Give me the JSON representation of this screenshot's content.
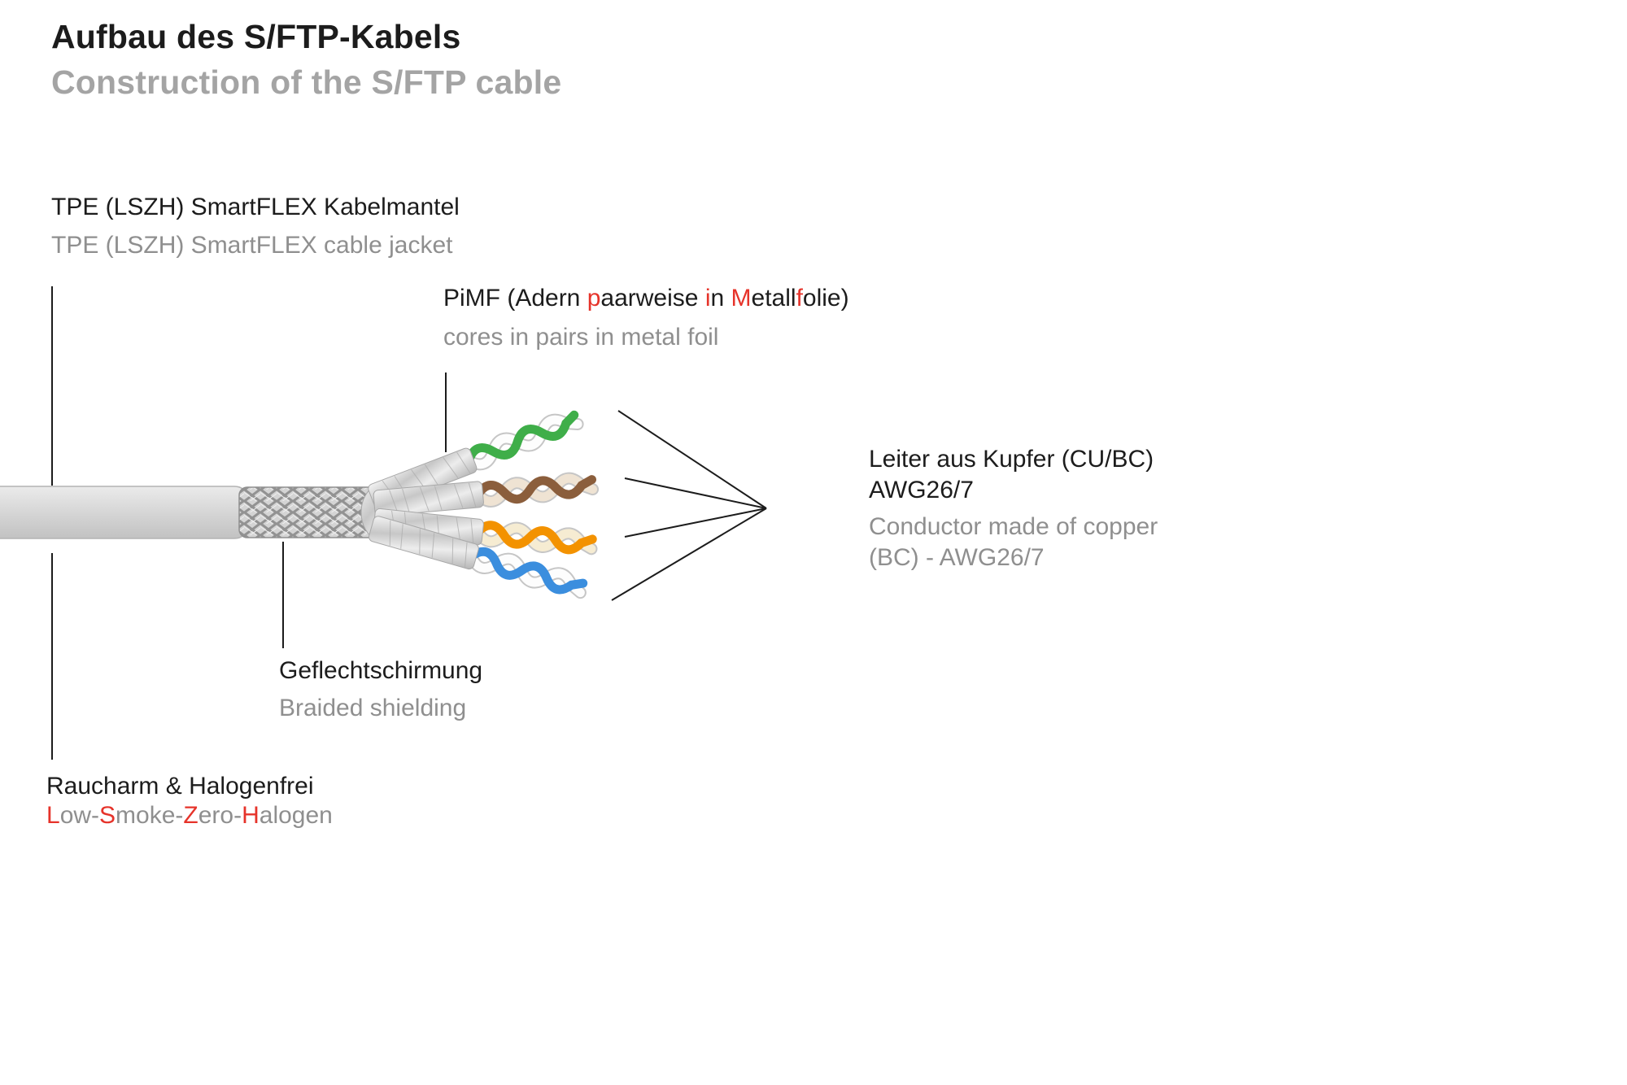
{
  "colors": {
    "red": "#e6332a",
    "black": "#1c1c1c",
    "gray": "#8f8f8f",
    "jacket_gray": "#d6d6d6"
  },
  "header": {
    "title_de": "Aufbau des S/FTP-Kabels",
    "title_en": "Construction of the S/FTP cable"
  },
  "callouts": {
    "jacket": {
      "de": "TPE (LSZH) SmartFLEX Kabelmantel",
      "en": "TPE (LSZH) SmartFLEX cable jacket"
    },
    "pimf": {
      "de_parts": [
        {
          "t": "PiMF (Adern "
        },
        {
          "t": "p",
          "red": true
        },
        {
          "t": "aarweise "
        },
        {
          "t": "i",
          "red": true
        },
        {
          "t": "n "
        },
        {
          "t": "M",
          "red": true
        },
        {
          "t": "etall"
        },
        {
          "t": "f",
          "red": true
        },
        {
          "t": "olie)"
        }
      ],
      "en": "cores in pairs in metal foil"
    },
    "conductor": {
      "de_line1": "Leiter aus Kupfer (CU/BC)",
      "de_line2": "AWG26/7",
      "en_line1": "Conductor made of copper",
      "en_line2": "(BC) - AWG26/7"
    },
    "braid": {
      "de": "Geflechtschirmung",
      "en": "Braided shielding"
    },
    "lszh": {
      "de": "Raucharm & Halogenfrei",
      "en_parts": [
        {
          "t": "L",
          "red": true
        },
        {
          "t": "ow-"
        },
        {
          "t": "S",
          "red": true
        },
        {
          "t": "moke-"
        },
        {
          "t": "Z",
          "red": true
        },
        {
          "t": "ero-"
        },
        {
          "t": "H",
          "red": true
        },
        {
          "t": "alogen"
        }
      ]
    }
  },
  "diagram": {
    "wire_pairs": [
      {
        "name": "green-pair",
        "color": "#3fae49",
        "mate": "#fdfdfd"
      },
      {
        "name": "brown-pair",
        "color": "#8b5e3c",
        "mate": "#efe3d3"
      },
      {
        "name": "orange-pair",
        "color": "#f39200",
        "mate": "#f6ecd2"
      },
      {
        "name": "blue-pair",
        "color": "#3b8ede",
        "mate": "#fdfdfd"
      }
    ]
  }
}
